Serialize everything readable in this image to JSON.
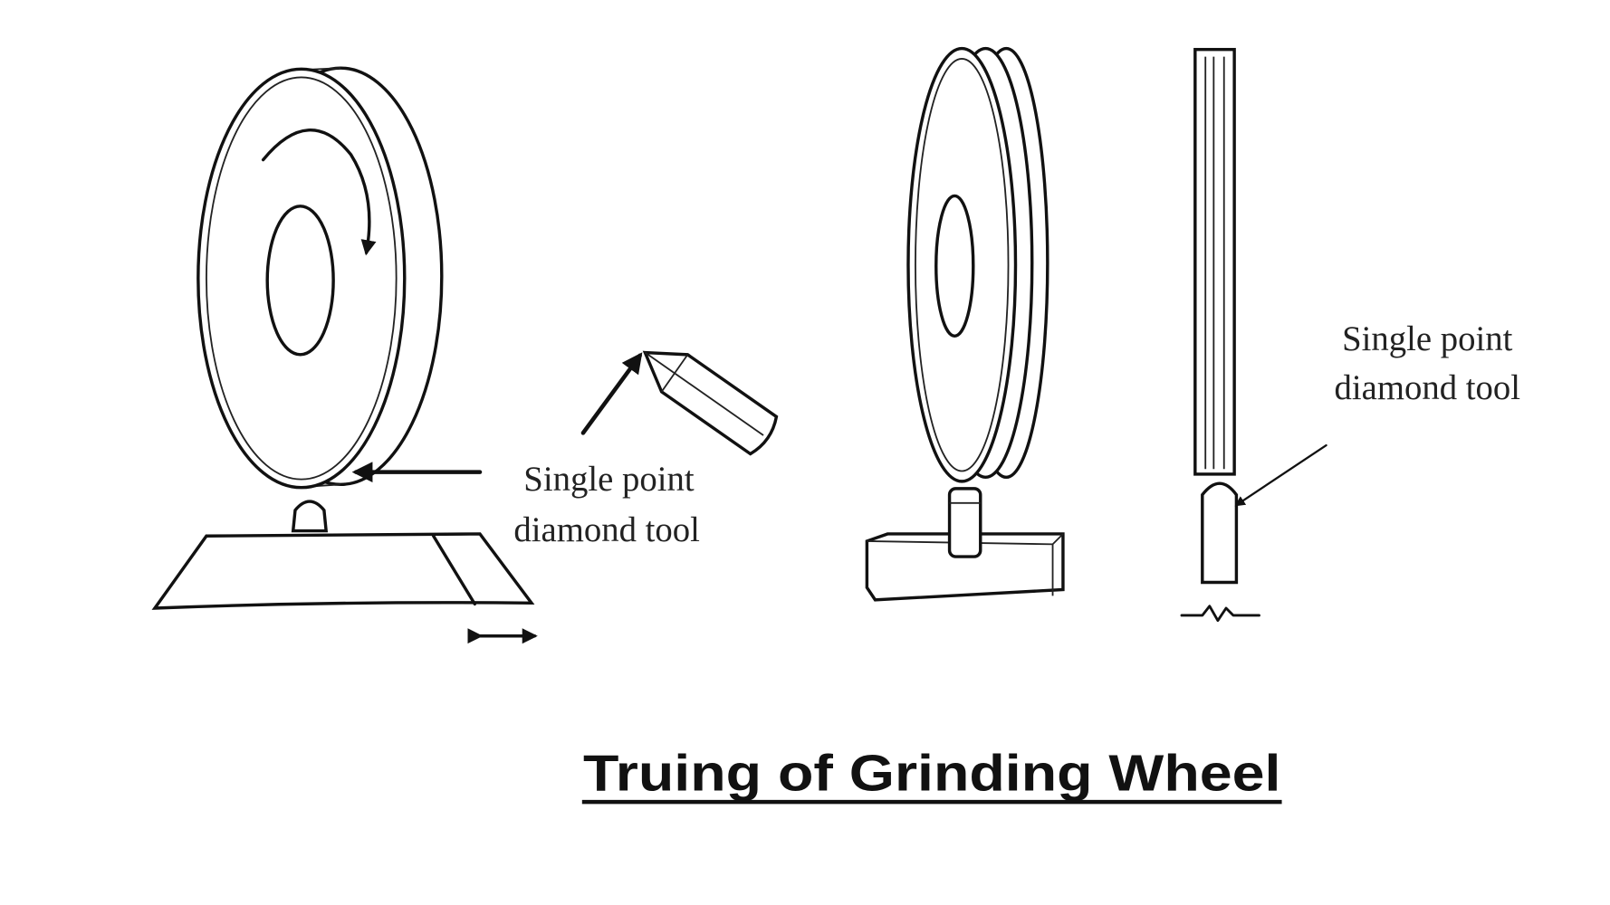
{
  "figure": {
    "title": "Truing of Grinding Wheel",
    "labels": [
      {
        "line1": "Single point",
        "line2": "diamond tool"
      },
      {
        "line1": "Single point",
        "line2": "diamond tool"
      }
    ]
  }
}
